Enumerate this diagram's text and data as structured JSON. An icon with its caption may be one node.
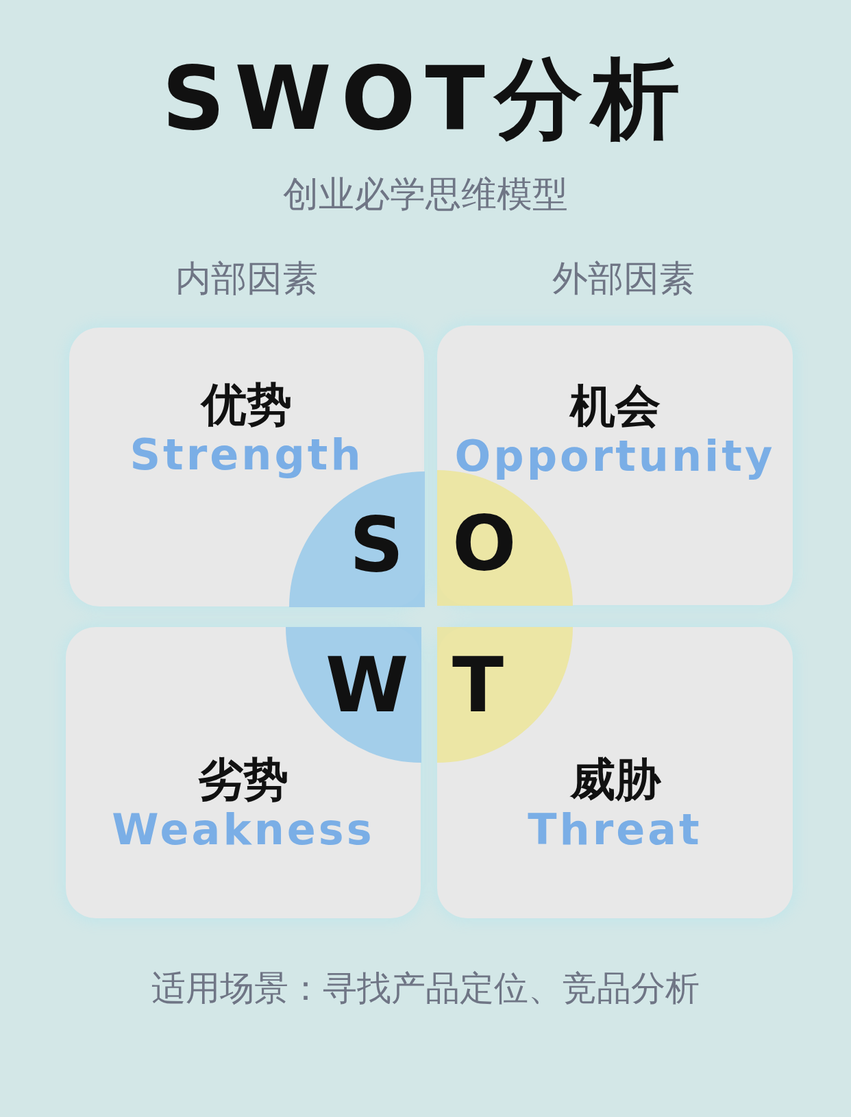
{
  "diagram": {
    "title": "SWOT分析",
    "caption": "适用场景：寻找产品定位、竞品分析",
    "nodes": [
      {
        "text": [
          "优势",
          "Strength"
        ]
      },
      {
        "text": [
          "机会",
          "Opportunity"
        ]
      },
      {
        "text": [
          "S"
        ],
        "in": 0
      },
      {
        "text": [
          "O"
        ],
        "in": 1
      },
      {
        "text": [
          "W"
        ],
        "in": 6
      },
      {
        "text": [
          "T"
        ],
        "in": 7
      },
      {
        "text": [
          "劣势",
          "Weakness"
        ]
      },
      {
        "text": [
          "威胁",
          "Threat"
        ]
      }
    ],
    "labels": [
      "创业必学思维模型",
      "内部因素",
      "外部因素"
    ]
  }
}
